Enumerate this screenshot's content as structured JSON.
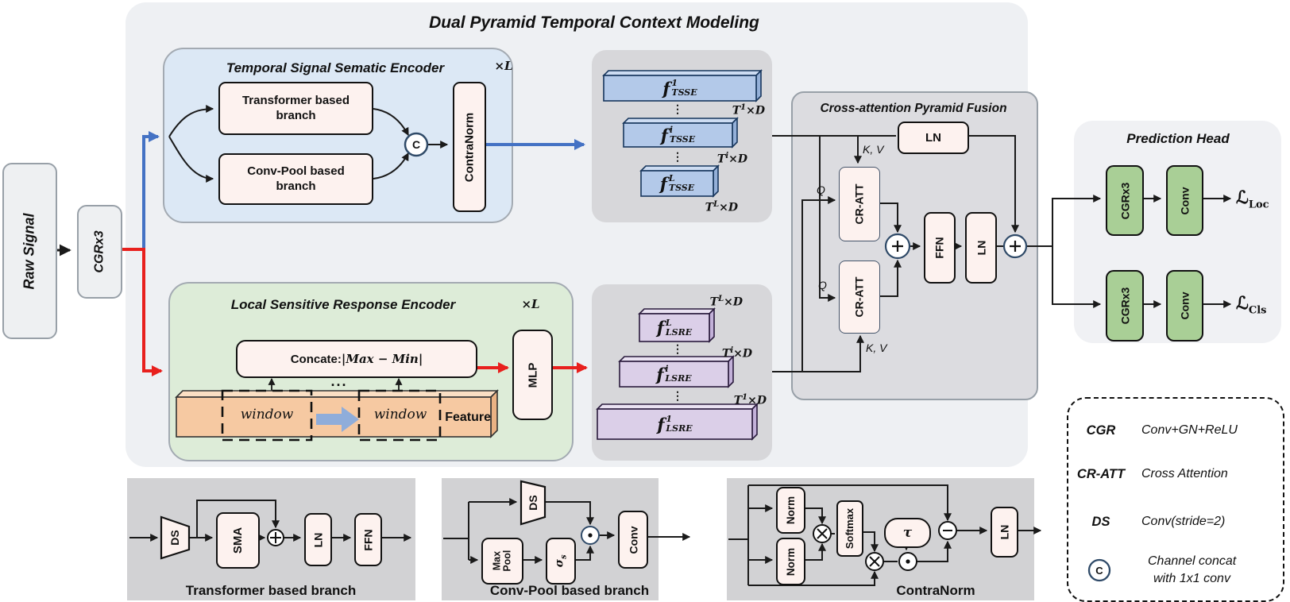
{
  "title": "Dual Pyramid Temporal Context Modeling",
  "colors": {
    "accent_blue": "#4472c4",
    "accent_red": "#e8201d",
    "navy": "#2f4a68",
    "bar_blue": "#b3c9e9",
    "bar_purple": "#dbcfe8",
    "bar_orange": "#f6c9a2",
    "box_pink": "#fdf2ef",
    "box_green": "#a9cf96"
  },
  "left": {
    "raw_signal": "Raw Signal",
    "cgr": "CGRx3"
  },
  "tsse": {
    "title": "Temporal Signal Sematic Encoder",
    "times": "×L",
    "branch1": "Transformer based branch",
    "branch2": "Conv-Pool based branch",
    "concat": "C",
    "contranorm": "ContraNorm"
  },
  "lsre": {
    "title": "Local Sensitive Response Encoder",
    "times": "×L",
    "concate_prefix": "Concate: ",
    "concate_math": "|Max − Min|",
    "window": "window",
    "dots": "...",
    "feature": "Feature",
    "mlp": "MLP"
  },
  "tsse_features": {
    "dots": "⋮",
    "bars": [
      {
        "sym": "f",
        "sup": "1",
        "sub": "TSSE",
        "dim_base": "T",
        "dim_sup": "1",
        "dim_rest": "×D"
      },
      {
        "sym": "f",
        "sup": "i",
        "sub": "TSSE",
        "dim_base": "T",
        "dim_sup": "i",
        "dim_rest": "×D"
      },
      {
        "sym": "f",
        "sup": "L",
        "sub": "TSSE",
        "dim_base": "T",
        "dim_sup": "L",
        "dim_rest": "×D"
      }
    ]
  },
  "lsre_features": {
    "dots": "⋮",
    "bars": [
      {
        "sym": "f",
        "sup": "L",
        "sub": "LSRE",
        "dim_base": "T",
        "dim_sup": "L",
        "dim_rest": "×D"
      },
      {
        "sym": "f",
        "sup": "i",
        "sub": "LSRE",
        "dim_base": "T",
        "dim_sup": "i",
        "dim_rest": "×D"
      },
      {
        "sym": "f",
        "sup": "1",
        "sub": "LSRE",
        "dim_base": "T",
        "dim_sup": "1",
        "dim_rest": "×D"
      }
    ]
  },
  "fusion": {
    "title": "Cross-attention Pyramid Fusion",
    "ln_top": "LN",
    "cratt": "CR-ATT",
    "ffn": "FFN",
    "ln2": "LN",
    "plus": "+",
    "kv": "K, V",
    "q": "Q"
  },
  "prediction": {
    "title": "Prediction Head",
    "cgr": "CGRx3",
    "conv": "Conv",
    "loss_sym": "ℒ",
    "loss_loc": "Loc",
    "loss_cls": "Cls"
  },
  "panels": {
    "transformer": {
      "label": "Transformer based branch",
      "ds": "DS",
      "sma": "SMA",
      "ln": "LN",
      "ffn": "FFN"
    },
    "convpool": {
      "label": "Conv-Pool based branch",
      "ds": "DS",
      "maxpool": "Max Pool",
      "sigma": "σ",
      "sigma_sub": "s",
      "conv": "Conv"
    },
    "contranorm": {
      "label": "ContraNorm",
      "norm": "Norm",
      "softmax": "Softmax",
      "tau": "τ",
      "ln": "LN"
    }
  },
  "legend": {
    "rows": [
      {
        "term": "CGR",
        "desc": "Conv+GN+ReLU"
      },
      {
        "term": "CR-ATT",
        "desc": "Cross Attention"
      },
      {
        "term": "DS",
        "desc": "Conv(stride=2)"
      },
      {
        "term": "C",
        "desc1": "Channel concat",
        "desc2": "with 1x1 conv"
      }
    ]
  }
}
